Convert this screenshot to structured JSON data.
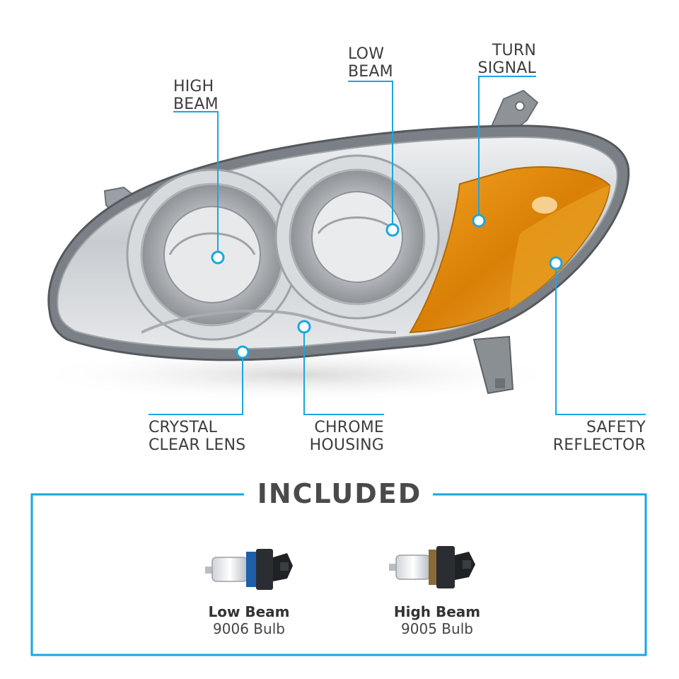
{
  "callouts": {
    "high_beam": {
      "line1": "HIGH",
      "line2": "BEAM"
    },
    "low_beam": {
      "line1": "LOW",
      "line2": "BEAM"
    },
    "turn_signal": {
      "line1": "TURN",
      "line2": "SIGNAL"
    },
    "crystal_clear_lens": {
      "line1": "CRYSTAL",
      "line2": "CLEAR LENS"
    },
    "chrome_housing": {
      "line1": "CHROME",
      "line2": "HOUSING"
    },
    "safety_reflector": {
      "line1": "SAFETY",
      "line2": "REFLECTOR"
    }
  },
  "included": {
    "title": "INCLUDED",
    "bulbs": [
      {
        "name": "Low Beam",
        "spec": "9006 Bulb"
      },
      {
        "name": "High Beam",
        "spec": "9005 Bulb"
      }
    ]
  },
  "colors": {
    "accent": "#1aa6e0",
    "amber": "#e8900e",
    "chrome": "#c9ccd0"
  }
}
